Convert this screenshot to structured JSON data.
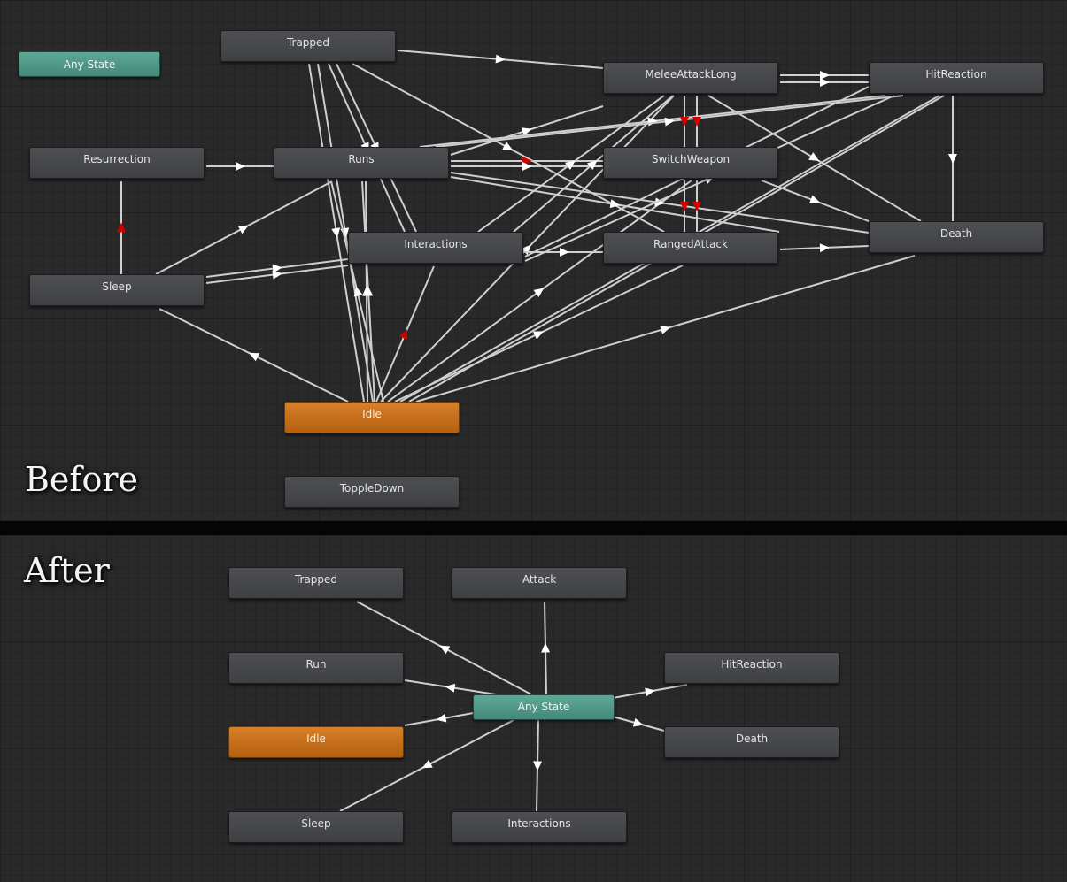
{
  "captions": {
    "before": "Before",
    "after": "After"
  },
  "colors": {
    "default_state": "#c96f1c",
    "any_state": "#52998a",
    "state": "#46484c",
    "edge": "#cfcfcf",
    "edge_error": "#d40000"
  },
  "before": {
    "states": {
      "any_state": "Any State",
      "trapped": "Trapped",
      "melee": "MeleeAttackLong",
      "hitreaction": "HitReaction",
      "resurrection": "Resurrection",
      "runs": "Runs",
      "switchweapon": "SwitchWeapon",
      "interactions": "Interactions",
      "rangedattack": "RangedAttack",
      "death": "Death",
      "sleep": "Sleep",
      "idle": "Idle",
      "toppledown": "ToppleDown"
    }
  },
  "after": {
    "states": {
      "trapped": "Trapped",
      "attack": "Attack",
      "run": "Run",
      "hitreaction": "HitReaction",
      "any_state": "Any State",
      "idle": "Idle",
      "death": "Death",
      "sleep": "Sleep",
      "interactions": "Interactions"
    }
  }
}
